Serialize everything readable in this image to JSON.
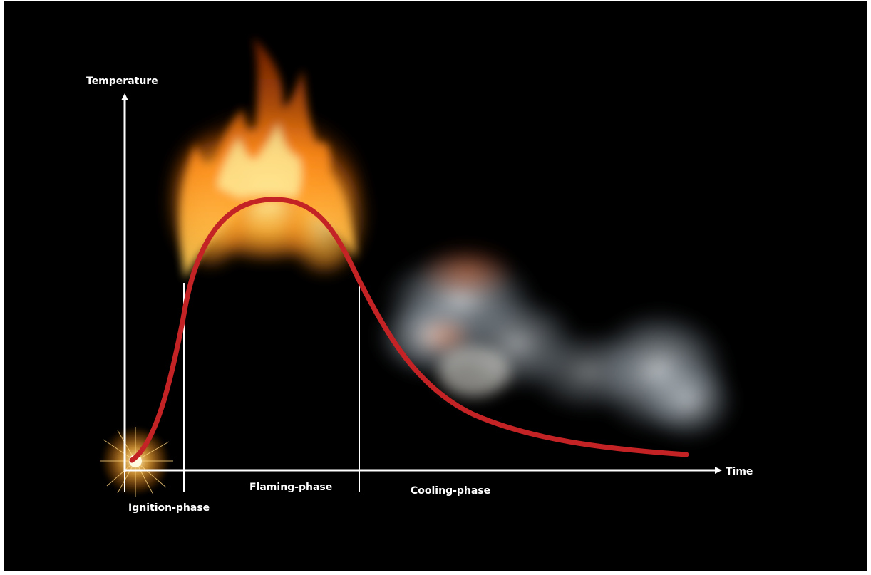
{
  "labels": {
    "y_axis": "Temperature",
    "x_axis": "Time",
    "phases": [
      "Ignition-phase",
      "Flaming-phase",
      "Cooling-phase"
    ]
  },
  "colors": {
    "background": "#000000",
    "curve": "#c42325",
    "axis": "#ffffff",
    "flame": "#ff8a1a",
    "smoke": "#c8d2da"
  },
  "illustrations": [
    "spark",
    "flames",
    "smoke"
  ]
}
